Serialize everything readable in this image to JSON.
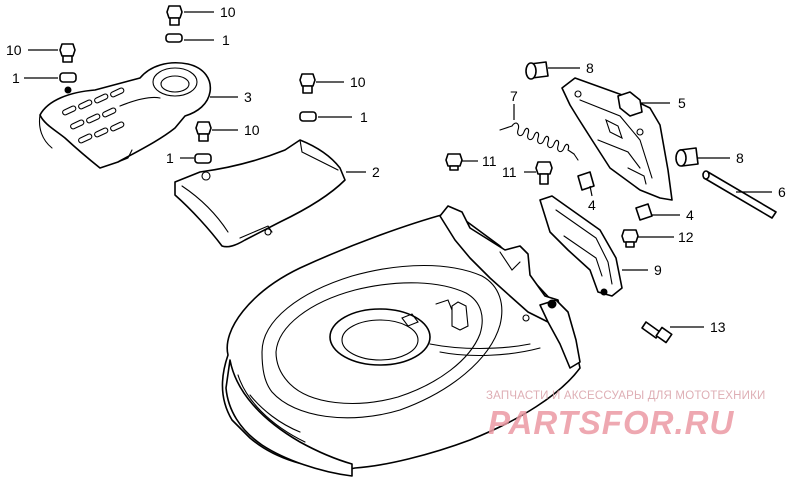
{
  "callouts": [
    {
      "id": "c10a",
      "label": "10"
    },
    {
      "id": "c1a",
      "label": "1"
    },
    {
      "id": "c10b",
      "label": "10"
    },
    {
      "id": "c1b",
      "label": "1"
    },
    {
      "id": "c3",
      "label": "3"
    },
    {
      "id": "c10c",
      "label": "10"
    },
    {
      "id": "c1c",
      "label": "1"
    },
    {
      "id": "c10d",
      "label": "10"
    },
    {
      "id": "c1d",
      "label": "1"
    },
    {
      "id": "c2",
      "label": "2"
    },
    {
      "id": "c8a",
      "label": "8"
    },
    {
      "id": "c7",
      "label": "7"
    },
    {
      "id": "c5",
      "label": "5"
    },
    {
      "id": "c8b",
      "label": "8"
    },
    {
      "id": "c11a",
      "label": "11"
    },
    {
      "id": "c11b",
      "label": "11"
    },
    {
      "id": "c4a",
      "label": "4"
    },
    {
      "id": "c6",
      "label": "6"
    },
    {
      "id": "c4b",
      "label": "4"
    },
    {
      "id": "c12",
      "label": "12"
    },
    {
      "id": "c9",
      "label": "9"
    },
    {
      "id": "c13",
      "label": "13"
    }
  ],
  "watermark": {
    "subtitle": "ЗАПЧАСТИ И АКСЕССУАРЫ ДЛЯ МОТОТЕХНИКИ",
    "brand": "PARTSFOR.RU",
    "color": "#ec9aa4"
  }
}
